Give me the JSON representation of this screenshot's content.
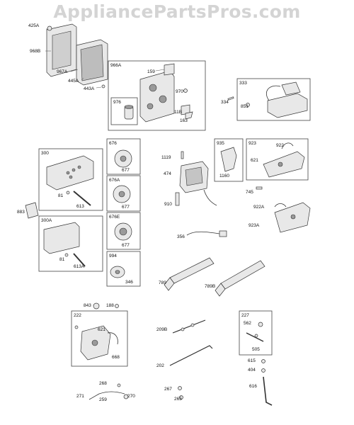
{
  "watermark": "AppliancePartsPros.com",
  "labels": {
    "p425A": "425A",
    "p968B": "968B",
    "p967A": "967A",
    "p445A": "445A",
    "p443A": "443A",
    "p966A": "966A",
    "p159": "159",
    "p970": "970",
    "p976": "976",
    "p11B": "11B",
    "p163": "163",
    "p333": "333",
    "p334": "334",
    "p851": "851",
    "p300": "300",
    "p81a": "81",
    "p613": "613",
    "p883": "883",
    "p300A": "300A",
    "p81b": "81",
    "p613A": "613A",
    "p676": "676",
    "p677a": "677",
    "p676A": "676A",
    "p677b": "677",
    "p676E": "676E",
    "p677c": "677",
    "p994": "994",
    "p346": "346",
    "p1119": "1119",
    "p474": "474",
    "p910": "910",
    "p935": "935",
    "p1160": "1160",
    "p923": "923",
    "p922": "922",
    "p621a": "621",
    "p745": "745",
    "p922A": "922A",
    "p923A": "923A",
    "p356": "356",
    "p789": "789",
    "p789B": "789B",
    "p843": "843",
    "p188": "188",
    "p222": "222",
    "p621b": "621",
    "p668": "668",
    "p209B": "209B",
    "p202": "202",
    "p227": "227",
    "p562": "562",
    "p505": "505",
    "p615": "615",
    "p404": "404",
    "p616": "616",
    "p268": "268",
    "p271": "271",
    "p259": "259",
    "p270": "270",
    "p267": "267",
    "p265": "265"
  }
}
